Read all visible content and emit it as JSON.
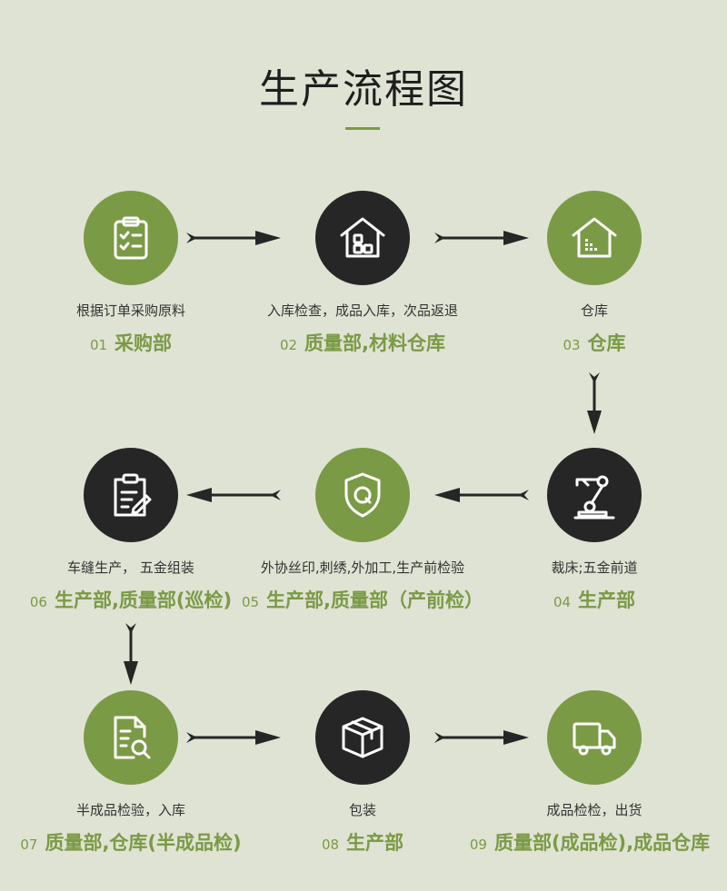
{
  "title": "生产流程图",
  "colors": {
    "accent": "#7b9a45",
    "dark": "#262626",
    "background": "#dfe3d4"
  },
  "steps": [
    {
      "num": "01",
      "desc": "根据订单采购原料",
      "dept": "采购部",
      "icon": "clipboard-check-icon",
      "style": "green"
    },
    {
      "num": "02",
      "desc": "入库检查，成品入库，次品返退",
      "dept": "质量部,材料仓库",
      "icon": "warehouse-boxes-icon",
      "style": "dark"
    },
    {
      "num": "03",
      "desc": "仓库",
      "dept": "仓库",
      "icon": "warehouse-icon",
      "style": "green"
    },
    {
      "num": "04",
      "desc": "裁床;五金前道",
      "dept": "生产部",
      "icon": "robot-arm-icon",
      "style": "dark"
    },
    {
      "num": "05",
      "desc": "外协丝印,刺绣,外加工,生产前检验",
      "dept": "生产部,质量部（产前检）",
      "icon": "shield-q-icon",
      "style": "green"
    },
    {
      "num": "06",
      "desc": "车缝生产， 五金组装",
      "dept": "生产部,质量部(巡检)",
      "icon": "clipboard-edit-icon",
      "style": "dark"
    },
    {
      "num": "07",
      "desc": "半成品检验，入库",
      "dept": "质量部,仓库(半成品检)",
      "icon": "document-search-icon",
      "style": "green"
    },
    {
      "num": "08",
      "desc": "包装",
      "dept": "生产部",
      "icon": "package-box-icon",
      "style": "dark"
    },
    {
      "num": "09",
      "desc": "成品检检，出货",
      "dept": "质量部(成品检),成品仓库",
      "icon": "delivery-truck-icon",
      "style": "green"
    }
  ]
}
